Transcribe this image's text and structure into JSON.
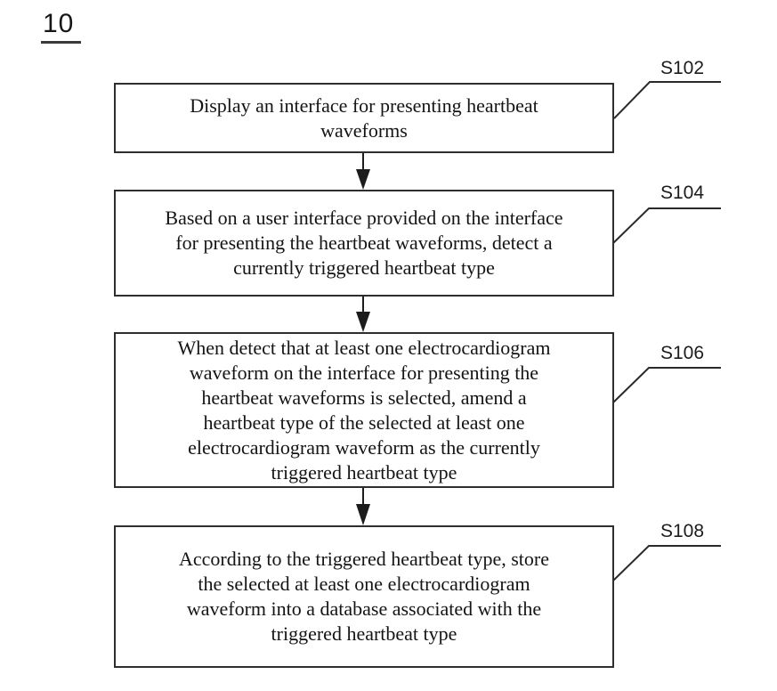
{
  "figure": {
    "label": "10"
  },
  "flowchart": {
    "boxes": [
      {
        "step": "S102",
        "text": "Display an interface for presenting heartbeat\nwaveforms"
      },
      {
        "step": "S104",
        "text": "Based on a user interface provided on the interface\nfor presenting the heartbeat waveforms, detect a\ncurrently triggered heartbeat type"
      },
      {
        "step": "S106",
        "text": "When detect that at least one electrocardiogram\nwaveform on the interface for presenting the\nheartbeat waveforms is selected, amend a\nheartbeat type of the selected at least one\nelectrocardiogram waveform as the currently\ntriggered heartbeat type"
      },
      {
        "step": "S108",
        "text": "According to the triggered heartbeat type, store\nthe selected at least one electrocardiogram\nwaveform into a database associated with the\ntriggered heartbeat type"
      }
    ]
  },
  "colors": {
    "line": "#1c1c1c",
    "background": "#ffffff",
    "text": "#141414"
  }
}
